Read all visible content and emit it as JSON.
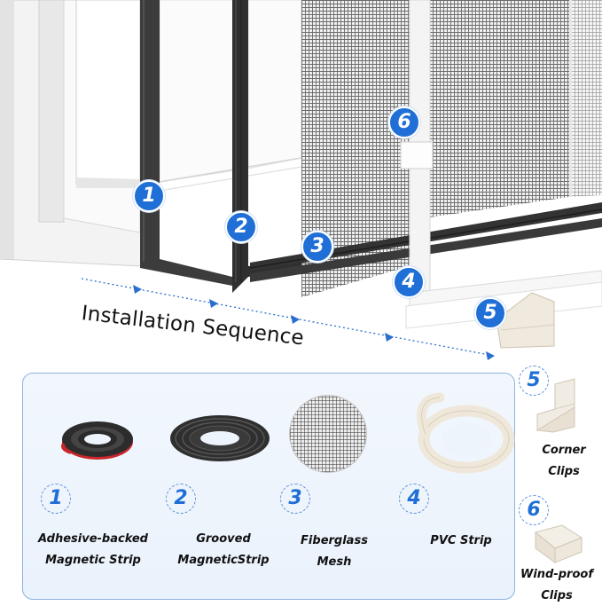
{
  "title": "Installation Sequence",
  "colors": {
    "badge_blue": "#1f6fd6",
    "panel_border": "#8db2e4",
    "panel_bg": "#eef4fc",
    "strip_dark": "#3a3a3a"
  },
  "badges": {
    "scene": [
      "1",
      "2",
      "3",
      "4",
      "5",
      "6"
    ],
    "components": [
      "1",
      "2",
      "3",
      "4"
    ],
    "side": [
      "5",
      "6"
    ]
  },
  "components": [
    {
      "number": "1",
      "line1": "Adhesive-backed",
      "line2": "Magnetic Strip",
      "icon": "magnetic-strip-roll-icon"
    },
    {
      "number": "2",
      "line1": "Grooved",
      "line2": "MagneticStrip",
      "icon": "grooved-strip-roll-icon"
    },
    {
      "number": "3",
      "line1": "Fiberglass",
      "line2": "Mesh",
      "icon": "fiberglass-mesh-icon"
    },
    {
      "number": "4",
      "line1": "PVC Strip",
      "line2": "",
      "icon": "pvc-strip-roll-icon"
    }
  ],
  "side_items": [
    {
      "number": "5",
      "line1": "Corner",
      "line2": "Clips",
      "icon": "corner-clip-icon"
    },
    {
      "number": "6",
      "line1": "Wind-proof",
      "line2": "Clips",
      "icon": "wind-proof-clip-icon"
    }
  ]
}
